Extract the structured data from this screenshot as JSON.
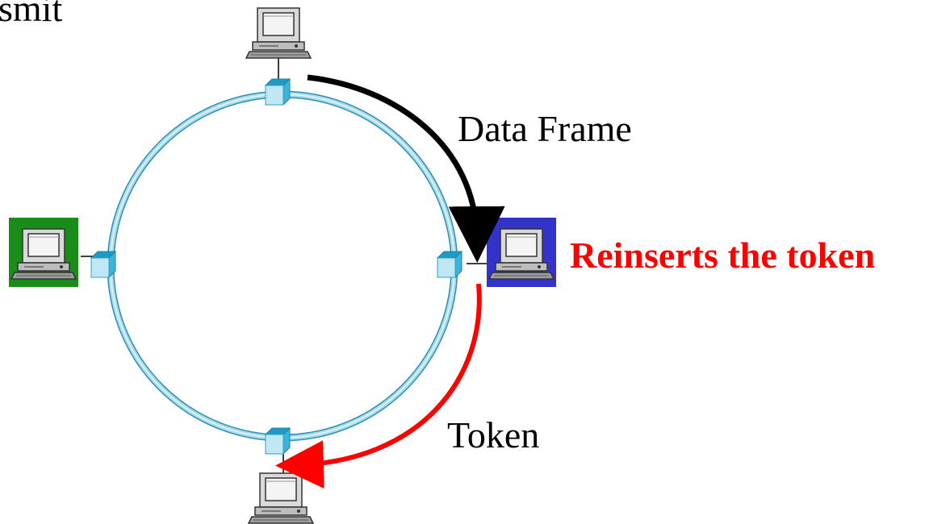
{
  "diagram": {
    "heading_fragment": "smit",
    "labels": {
      "data_frame": "Data Frame",
      "reinserts_token": "Reinserts the token",
      "token": "Token"
    },
    "colors": {
      "ring": "#9fd6e8",
      "ring_edge": "#2f8fb3",
      "connector_face": "#bfe8f4",
      "connector_edge": "#3a9cc0",
      "data_frame_arrow": "#000000",
      "token_arrow": "#ff0000",
      "left_station_bg": "#1a8c1a",
      "right_station_bg": "#3333cc",
      "label_red": "#ff0000"
    },
    "icons": {
      "station": "computer-terminal-icon",
      "connector": "ring-connector-icon"
    }
  }
}
